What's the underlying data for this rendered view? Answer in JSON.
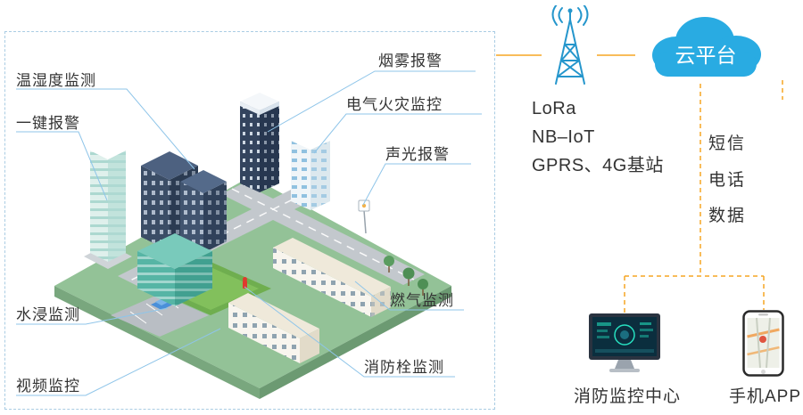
{
  "city": {
    "panel_name": "smart-city-illustration",
    "labels": [
      {
        "id": "temp-humidity",
        "text": "温湿度监测"
      },
      {
        "id": "one-key-alarm",
        "text": "一键报警"
      },
      {
        "id": "smoke-alarm",
        "text": "烟雾报警"
      },
      {
        "id": "electrical-fire",
        "text": "电气火灾监控"
      },
      {
        "id": "sound-light",
        "text": "声光报警"
      },
      {
        "id": "gas-monitor",
        "text": "燃气监测"
      },
      {
        "id": "water-immersion",
        "text": "水浸监测"
      },
      {
        "id": "video-monitor",
        "text": "视频监控"
      },
      {
        "id": "hydrant-monitor",
        "text": "消防栓监测"
      }
    ]
  },
  "network": {
    "tower_icon": "radio-tower-icon",
    "lines": [
      "LoRa",
      "NB–IoT",
      "GPRS、4G基站"
    ]
  },
  "cloud": {
    "icon": "cloud-icon",
    "label": "云平台",
    "color": "#29abe2"
  },
  "channels": [
    "短信",
    "电话",
    "数据"
  ],
  "endpoints": {
    "monitor_center": {
      "icon": "monitor-icon",
      "label": "消防监控中心"
    },
    "mobile_app": {
      "icon": "smartphone-icon",
      "label": "手机APP"
    }
  },
  "colors": {
    "connector_orange": "#f5a623",
    "leader_blue": "#8fc5e9",
    "cloud_blue": "#29abe2",
    "label_text": "#333333",
    "grass_green": "#93c297",
    "road_gray": "#c3c8cd"
  }
}
